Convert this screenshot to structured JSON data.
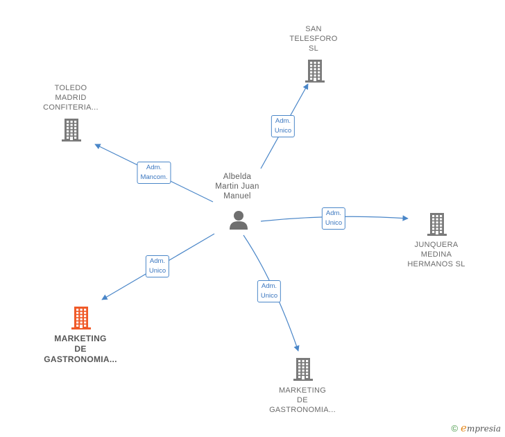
{
  "center": {
    "label_lines": [
      "Albelda",
      "Martin Juan",
      "Manuel"
    ],
    "icon": "person-icon"
  },
  "companies": [
    {
      "id": "san-telesforo",
      "label_lines": [
        "SAN",
        "TELESFORO",
        "SL"
      ],
      "icon": "building-icon",
      "color": "#7a7a7a",
      "highlight": false
    },
    {
      "id": "toledo-madrid",
      "label_lines": [
        "TOLEDO",
        "MADRID",
        "CONFITERIA..."
      ],
      "icon": "building-icon",
      "color": "#7a7a7a",
      "highlight": false
    },
    {
      "id": "junquera-medina",
      "label_lines": [
        "JUNQUERA",
        "MEDINA",
        "HERMANOS SL"
      ],
      "icon": "building-icon",
      "color": "#7a7a7a",
      "highlight": false
    },
    {
      "id": "marketing-left",
      "label_lines": [
        "MARKETING",
        "DE",
        "GASTRONOMIA..."
      ],
      "icon": "building-icon",
      "color": "#f05a28",
      "highlight": true
    },
    {
      "id": "marketing-bottom",
      "label_lines": [
        "MARKETING",
        "DE",
        "GASTRONOMIA..."
      ],
      "icon": "building-icon",
      "color": "#7a7a7a",
      "highlight": false
    }
  ],
  "relations": [
    {
      "to": "san-telesforo",
      "label_lines": [
        "Adm.",
        "Unico"
      ]
    },
    {
      "to": "toledo-madrid",
      "label_lines": [
        "Adm.",
        "Mancom."
      ]
    },
    {
      "to": "junquera-medina",
      "label_lines": [
        "Adm.",
        "Unico"
      ]
    },
    {
      "to": "marketing-left",
      "label_lines": [
        "Adm.",
        "Unico"
      ]
    },
    {
      "to": "marketing-bottom",
      "label_lines": [
        "Adm.",
        "Unico"
      ]
    }
  ],
  "colors": {
    "edge": "#4a86c8",
    "person": "#6f6f6f"
  },
  "footer": {
    "copyright": "©",
    "brand_initial": "e",
    "brand_rest": "mpresia"
  }
}
